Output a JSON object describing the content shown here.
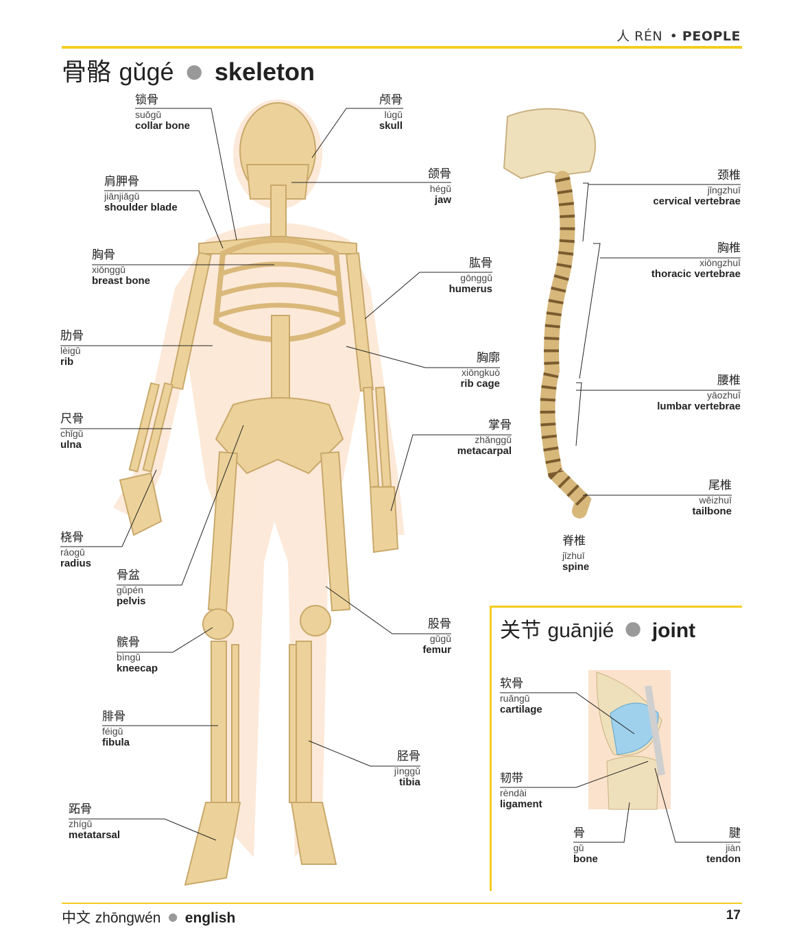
{
  "header": {
    "chapter_zh": "人 RÉN",
    "separator": "•",
    "chapter_en": "PEOPLE"
  },
  "skeleton": {
    "title_zh": "骨骼",
    "title_py": "gǔgé",
    "title_dot": "●",
    "title_en": "skeleton"
  },
  "labels": {
    "collar_bone": {
      "zh": "锁骨",
      "py": "suǒgǔ",
      "en": "collar bone"
    },
    "skull": {
      "zh": "颅骨",
      "py": "lúgǔ",
      "en": "skull"
    },
    "shoulder_blade": {
      "zh": "肩胛骨",
      "py": "jiānjiǎgǔ",
      "en": "shoulder blade"
    },
    "jaw": {
      "zh": "颌骨",
      "py": "hégǔ",
      "en": "jaw"
    },
    "breast_bone": {
      "zh": "胸骨",
      "py": "xiōnggǔ",
      "en": "breast bone"
    },
    "humerus": {
      "zh": "肱骨",
      "py": "gōnggǔ",
      "en": "humerus"
    },
    "rib": {
      "zh": "肋骨",
      "py": "lèigǔ",
      "en": "rib"
    },
    "rib_cage": {
      "zh": "胸廓",
      "py": "xiōngkuò",
      "en": "rib cage"
    },
    "ulna": {
      "zh": "尺骨",
      "py": "chǐgǔ",
      "en": "ulna"
    },
    "metacarpal": {
      "zh": "掌骨",
      "py": "zhǎnggǔ",
      "en": "metacarpal"
    },
    "radius": {
      "zh": "桡骨",
      "py": "ráogǔ",
      "en": "radius"
    },
    "pelvis": {
      "zh": "骨盆",
      "py": "gǔpén",
      "en": "pelvis"
    },
    "femur": {
      "zh": "股骨",
      "py": "gǔgǔ",
      "en": "femur"
    },
    "kneecap": {
      "zh": "髌骨",
      "py": "bìngǔ",
      "en": "kneecap"
    },
    "fibula": {
      "zh": "腓骨",
      "py": "féigǔ",
      "en": "fibula"
    },
    "tibia": {
      "zh": "胫骨",
      "py": "jìnggǔ",
      "en": "tibia"
    },
    "metatarsal": {
      "zh": "跖骨",
      "py": "zhígǔ",
      "en": "metatarsal"
    },
    "cervical": {
      "zh": "颈椎",
      "py": "jǐngzhuī",
      "en": "cervical vertebrae"
    },
    "thoracic": {
      "zh": "胸椎",
      "py": "xiōngzhuī",
      "en": "thoracic vertebrae"
    },
    "lumbar": {
      "zh": "腰椎",
      "py": "yāozhuī",
      "en": "lumbar vertebrae"
    },
    "tailbone": {
      "zh": "尾椎",
      "py": "wěizhuī",
      "en": "tailbone"
    },
    "spine": {
      "zh": "脊椎",
      "py": "jǐzhuī",
      "en": "spine"
    },
    "cartilage": {
      "zh": "软骨",
      "py": "ruǎngǔ",
      "en": "cartilage"
    },
    "ligament": {
      "zh": "韧带",
      "py": "rèndài",
      "en": "ligament"
    },
    "bone": {
      "zh": "骨",
      "py": "gǔ",
      "en": "bone"
    },
    "tendon": {
      "zh": "腱",
      "py": "jiàn",
      "en": "tendon"
    }
  },
  "joint": {
    "title_zh": "关节",
    "title_py": "guānjié",
    "title_dot": "●",
    "title_en": "joint"
  },
  "footer": {
    "lang_zh": "中文",
    "lang_py": "zhōngwén",
    "dot": "●",
    "lang_en": "english",
    "page_number": "17"
  },
  "colors": {
    "accent": "#f4cc1f",
    "bone": "#ecd29a",
    "bone_dark": "#c9a86a",
    "skin": "#fbe2cc",
    "cartilage": "#9fd0ec"
  }
}
